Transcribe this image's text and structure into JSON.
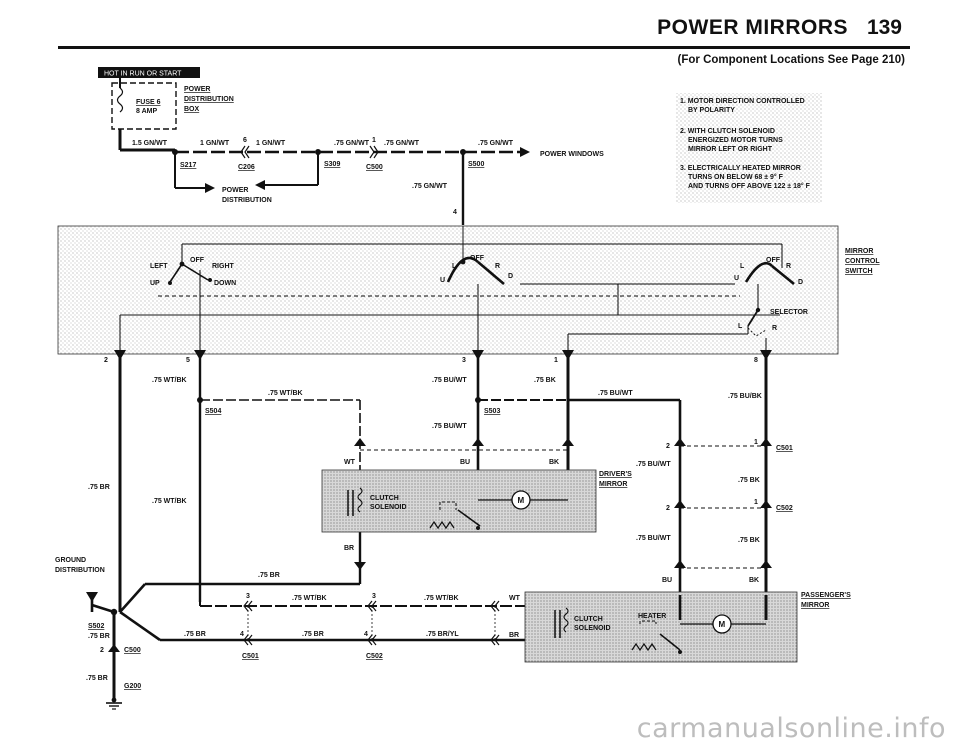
{
  "header": {
    "title": "POWER MIRRORS",
    "page_number": "139",
    "subtitle": "(For Component Locations See Page 210)"
  },
  "power_banner": "HOT IN RUN OR START",
  "fuse": {
    "name": "FUSE 6",
    "rating": "8 AMP"
  },
  "power_distribution_box": [
    "POWER",
    "DISTRIBUTION",
    "BOX"
  ],
  "notes": [
    [
      "1. MOTOR DIRECTION CONTROLLED",
      "BY POLARITY"
    ],
    [
      "2. WITH CLUTCH SOLENOID",
      "ENERGIZED MOTOR TURNS",
      "MIRROR LEFT OR RIGHT"
    ],
    [
      "3. ELECTRICALLY HEATED MIRROR",
      "TURNS ON BELOW 68 ± 9° F",
      "AND TURNS OFF ABOVE 122 ± 18° F"
    ]
  ],
  "top_wires": {
    "w1": "1.5 GN/WT",
    "w2": "1 GN/WT",
    "pin6": "6",
    "w3": "1 GN/WT",
    "w4": ".75 GN/WT",
    "pin1": "1",
    "w5": ".75 GN/WT",
    "w6": ".75 GN/WT",
    "power_windows": "POWER WINDOWS",
    "s217": "S217",
    "c206": "C206",
    "s309": "S309",
    "c500": "C500",
    "s500": "S500",
    "power_distribution": [
      "POWER",
      "DISTRIBUTION"
    ],
    "w7": ".75 GN/WT",
    "pin4": "4"
  },
  "switch": {
    "label": [
      "MIRROR",
      "CONTROL",
      "SWITCH"
    ],
    "off": "OFF",
    "left": "LEFT",
    "right": "RIGHT",
    "up": "UP",
    "down": "DOWN",
    "l": "L",
    "r": "R",
    "u": "U",
    "d": "D",
    "selector": "SELECTOR"
  },
  "middle": {
    "pin2": "2",
    "pin5": "5",
    "pin3": "3",
    "pin1": "1",
    "pin8": "8",
    "w_wtbk1": ".75 WT/BK",
    "w_wtbk2": ".75 WT/BK",
    "w_buwt1": ".75 BU/WT",
    "w_bk1": ".75 BK",
    "w_buwt2": ".75 BU/WT",
    "w_bubk": ".75 BU/BK",
    "s504": "S504",
    "s503": "S503",
    "w_buwt3": ".75 BU/WT",
    "wt": "WT",
    "bu": "BU",
    "bk": "BK",
    "w_br_left": ".75 BR",
    "w_wtbk3": ".75 WT/BK",
    "clutch": [
      "CLUTCH",
      "SOLENOID"
    ],
    "br": "BR",
    "w_br2": ".75 BR",
    "drivers_mirror": [
      "DRIVER'S",
      "MIRROR"
    ],
    "pin2b": "2",
    "pin1b": "1",
    "c501": "C501",
    "w_buwt4": ".75 BU/WT",
    "w_bk2": ".75 BK",
    "pin2c": "2",
    "pin1c": "1",
    "c502": "C502",
    "w_buwt5": ".75 BU/WT",
    "w_bk3": ".75 BK"
  },
  "bottom": {
    "ground": [
      "GROUND",
      "DISTRIBUTION"
    ],
    "s502": "S502",
    "w_br_a": ".75 BR",
    "pin2": "2",
    "c500": "C500",
    "w_br_b": ".75 BR",
    "g200": "G200",
    "pin3a": "3",
    "w_wtbk_a": ".75 WT/BK",
    "pin3b": "3",
    "w_wtbk_b": ".75 WT/BK",
    "wt": "WT",
    "w_br_c": ".75 BR",
    "pin4a": "4",
    "w_br_d": ".75 BR",
    "pin4b": "4",
    "w_bryl": ".75 BR/YL",
    "br": "BR",
    "c501": "C501",
    "c502": "C502",
    "bu": "BU",
    "bk": "BK",
    "heater": "HEATER",
    "clutch": [
      "CLUTCH",
      "SOLENOID"
    ],
    "passengers_mirror": [
      "PASSENGER'S",
      "MIRROR"
    ]
  },
  "watermark": "carmanualsonline.info"
}
